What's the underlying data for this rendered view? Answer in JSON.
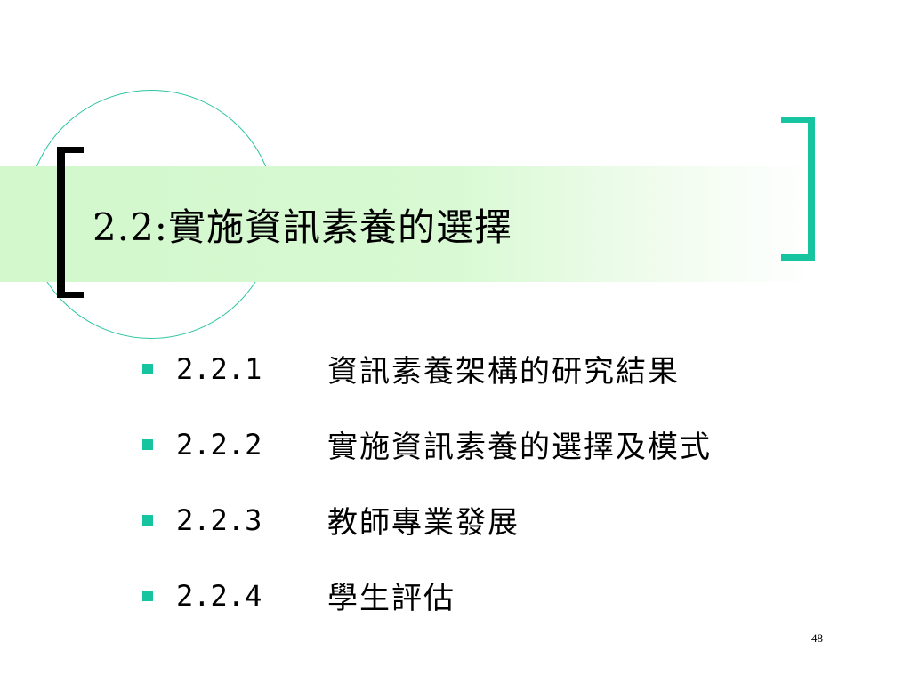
{
  "slide": {
    "title": "2.2:實施資訊素養的選擇",
    "bullets": [
      {
        "number": "2.2.1",
        "text": "資訊素養架構的研究結果"
      },
      {
        "number": "2.2.2",
        "text": "實施資訊素養的選擇及模式"
      },
      {
        "number": "2.2.3",
        "text": "教師專業發展"
      },
      {
        "number": "2.2.4",
        "text": "學生評估"
      }
    ],
    "page_number": "48"
  },
  "colors": {
    "accent_teal": "#17c4a0",
    "title_band_green": "#d2f8cc",
    "bracket_left": "#000000"
  }
}
